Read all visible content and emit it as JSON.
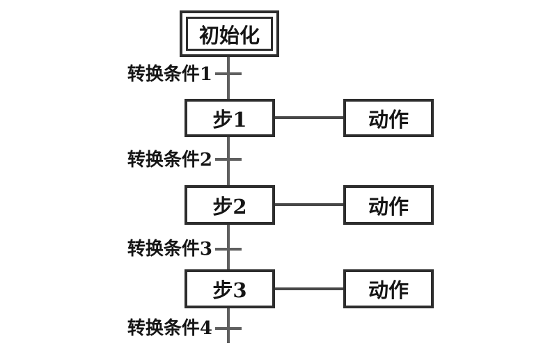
{
  "diagram": {
    "type": "sequential-function-chart",
    "initial_step": {
      "label": "初始化"
    },
    "steps": [
      {
        "label": "步1"
      },
      {
        "label": "步2"
      },
      {
        "label": "步3"
      }
    ],
    "actions": [
      {
        "label": "动作"
      },
      {
        "label": "动作"
      },
      {
        "label": "动作"
      }
    ],
    "transitions": [
      {
        "label": "转换条件1"
      },
      {
        "label": "转换条件2"
      },
      {
        "label": "转换条件3"
      },
      {
        "label": "转换条件4"
      }
    ],
    "colors": {
      "background": "#ffffff",
      "border": "#2d2d2d",
      "line": "#5f5f5f",
      "connector": "#474747",
      "text": "#151515"
    }
  }
}
